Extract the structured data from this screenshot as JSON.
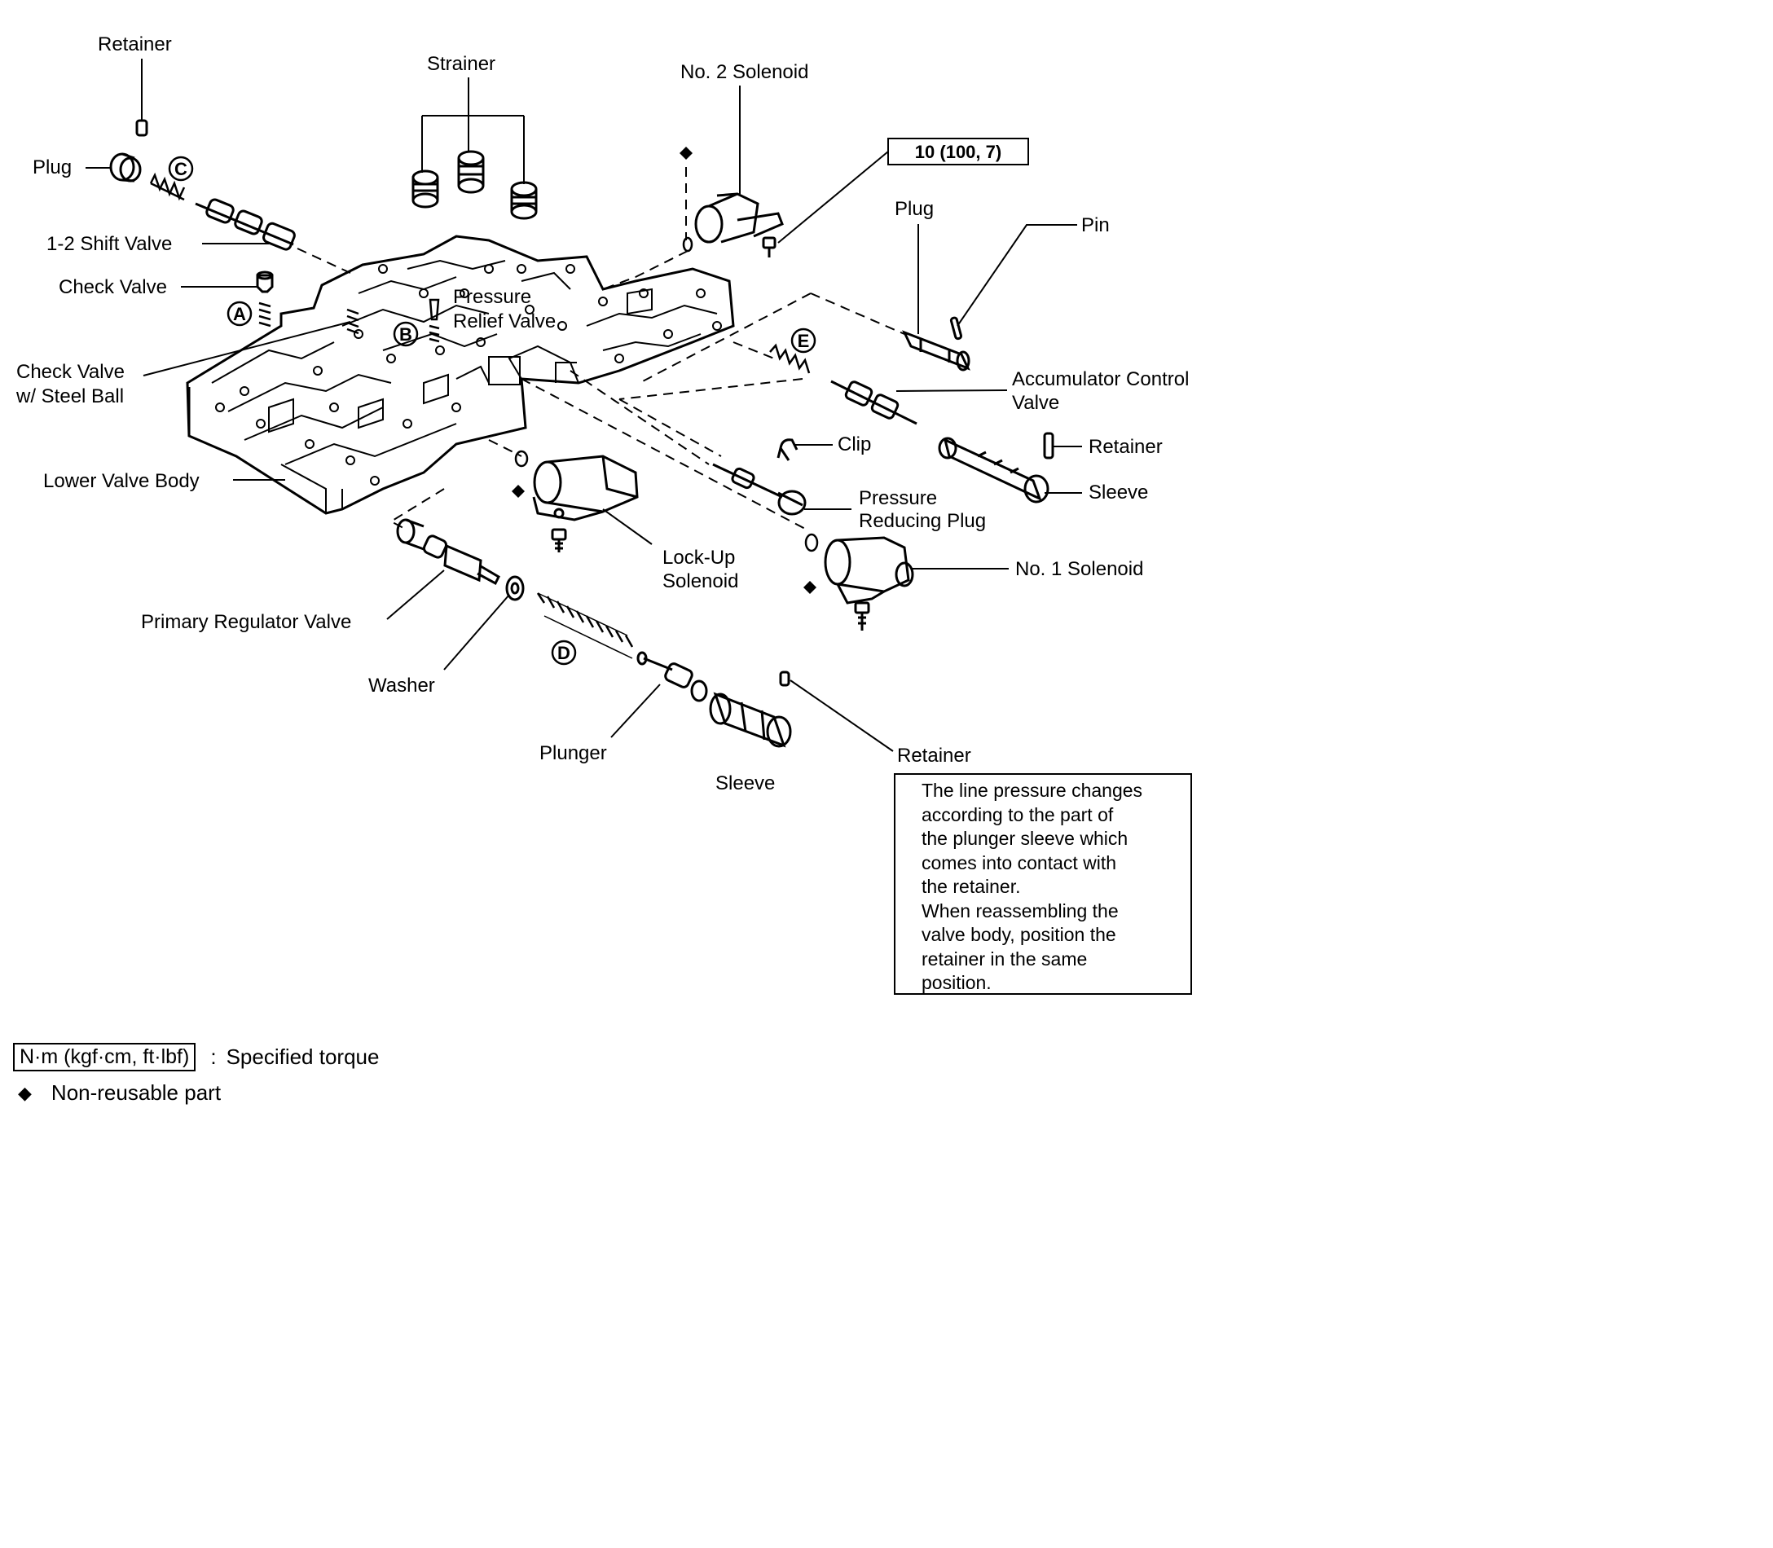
{
  "labels": {
    "retainer_top": "Retainer",
    "strainer": "Strainer",
    "no2_solenoid": "No. 2 Solenoid",
    "torque_value": "10 (100, 7)",
    "plug_left": "Plug",
    "plug_right": "Plug",
    "pin": "Pin",
    "shift_valve": "1-2 Shift Valve",
    "check_valve": "Check Valve",
    "pressure_relief_1": "Pressure",
    "pressure_relief_2": "Relief Valve",
    "check_valve_ball_1": "Check Valve",
    "check_valve_ball_2": "w/ Steel Ball",
    "accumulator_1": "Accumulator Control",
    "accumulator_2": "Valve",
    "clip": "Clip",
    "retainer_right": "Retainer",
    "sleeve_right": "Sleeve",
    "lower_valve_body": "Lower Valve Body",
    "pressure_reducing_1": "Pressure",
    "pressure_reducing_2": "Reducing Plug",
    "lockup_1": "Lock-Up",
    "lockup_2": "Solenoid",
    "no1_solenoid": "No. 1 Solenoid",
    "primary_regulator": "Primary Regulator Valve",
    "washer": "Washer",
    "plunger": "Plunger",
    "retainer_bottom": "Retainer",
    "sleeve_bottom": "Sleeve"
  },
  "circled": {
    "a": "A",
    "b": "B",
    "c": "C",
    "d": "D",
    "e": "E"
  },
  "note": "The line pressure changes\naccording to the part of\nthe plunger sleeve which\ncomes into contact with\nthe retainer.\nWhen reassembling the\nvalve body, position the\nretainer in the same\nposition.",
  "legend": {
    "torque_unit": "N·m (kgf·cm, ft·lbf)",
    "separator": ":",
    "torque_desc": "Specified torque",
    "diamond_symbol": "◆",
    "nonreusable_desc": "Non-reusable part"
  }
}
